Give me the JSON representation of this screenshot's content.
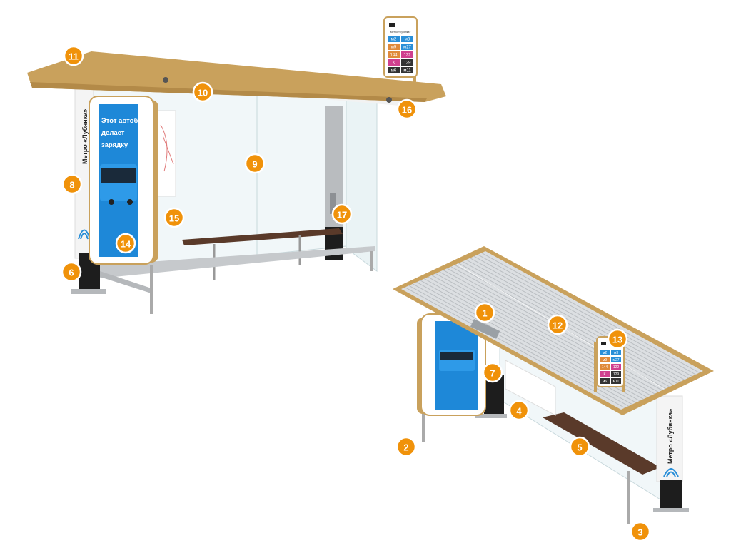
{
  "station_name": "Метро «Лубянка»",
  "ad": {
    "line1": "Этот автобус",
    "line2": "делает",
    "line3": "зарядку"
  },
  "route_sign": {
    "station": "Метро «Лубянка»",
    "routes": [
      {
        "label": "м2",
        "color": "#2a8fd8"
      },
      {
        "label": "м3",
        "color": "#2a8fd8"
      },
      {
        "label": "м9",
        "color": "#e08a3a"
      },
      {
        "label": "м27",
        "color": "#2a8fd8"
      },
      {
        "label": "144",
        "color": "#e08a3a"
      },
      {
        "label": "122",
        "color": "#d0408f"
      },
      {
        "label": "К",
        "color": "#d0408f"
      },
      {
        "label": "129",
        "color": "#333333"
      },
      {
        "label": "м6",
        "color": "#333333"
      },
      {
        "label": "м11",
        "color": "#333333"
      }
    ]
  },
  "markers": [
    "1",
    "2",
    "3",
    "4",
    "5",
    "6",
    "7",
    "8",
    "9",
    "10",
    "11",
    "12",
    "13",
    "14",
    "15",
    "16",
    "17"
  ],
  "colors": {
    "marker": "#f0920a",
    "roof": "#c9a15c",
    "ad": "#1e88d8",
    "bench": "#5a3a2a"
  }
}
